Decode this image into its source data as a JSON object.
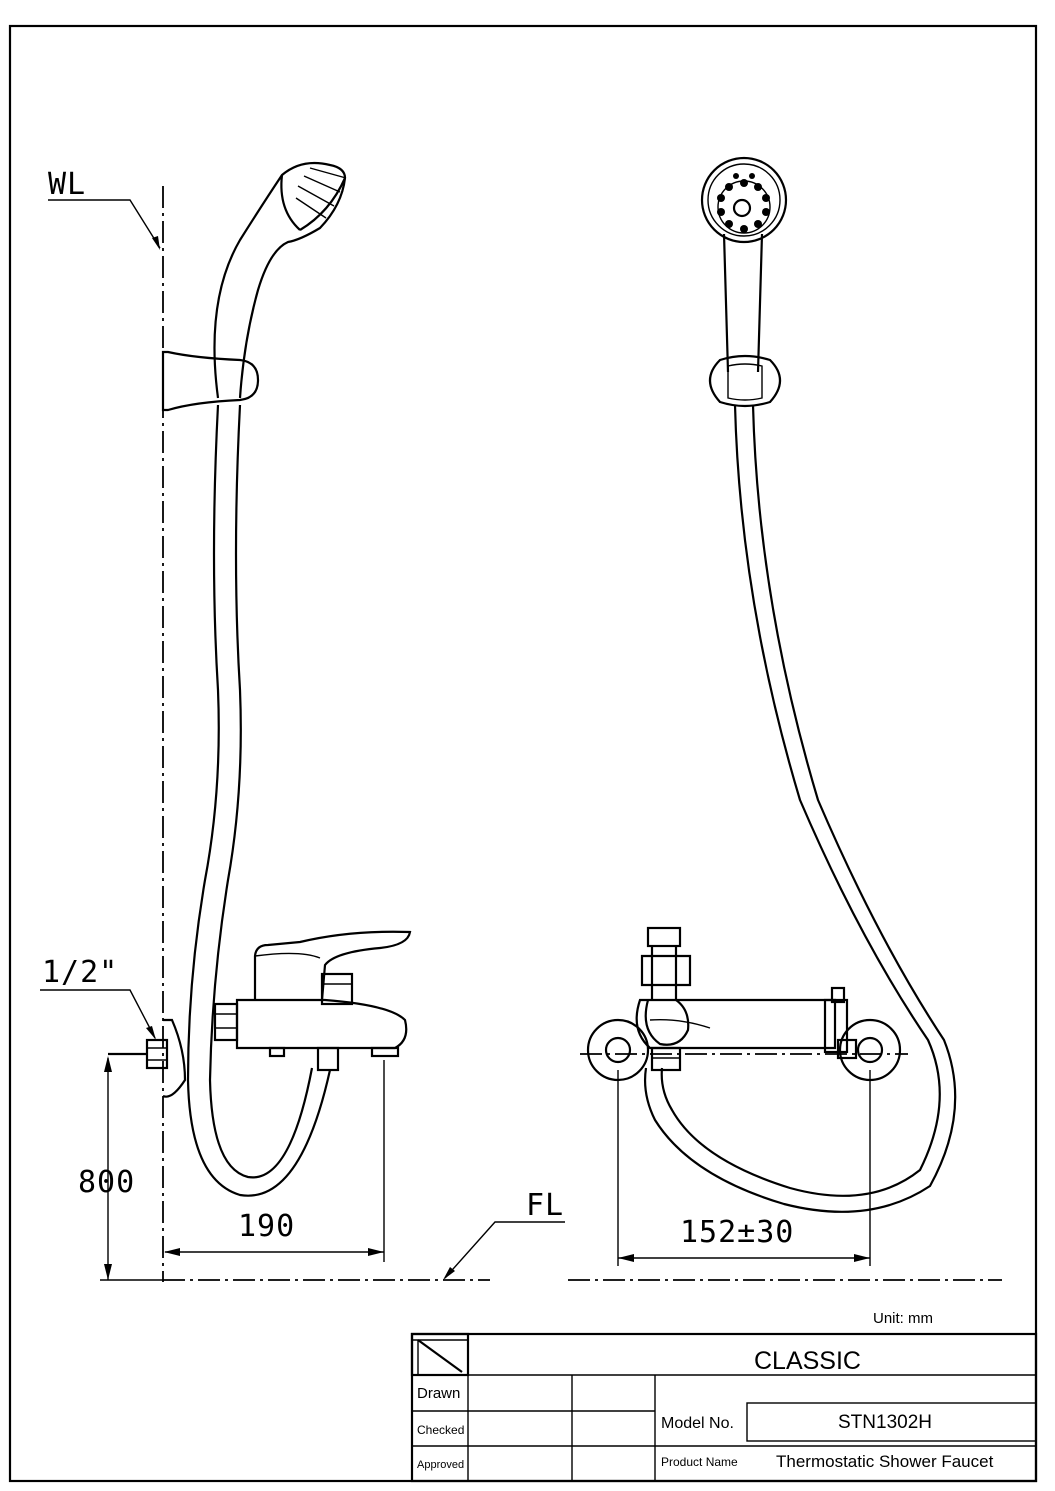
{
  "drawing": {
    "labels": {
      "wall_line": "WL",
      "inlet": "1/2\"",
      "height": "800",
      "projection": "190",
      "floor_line": "FL",
      "centers": "152±30"
    },
    "unit": "Unit: mm"
  },
  "title_block": {
    "brand": "CLASSIC",
    "drawn_label": "Drawn",
    "checked_label": "Checked",
    "approved_label": "Approved",
    "model_label": "Model No.",
    "model_value": "STN1302H",
    "product_label": "Product Name",
    "product_value": "Thermostatic Shower Faucet"
  }
}
